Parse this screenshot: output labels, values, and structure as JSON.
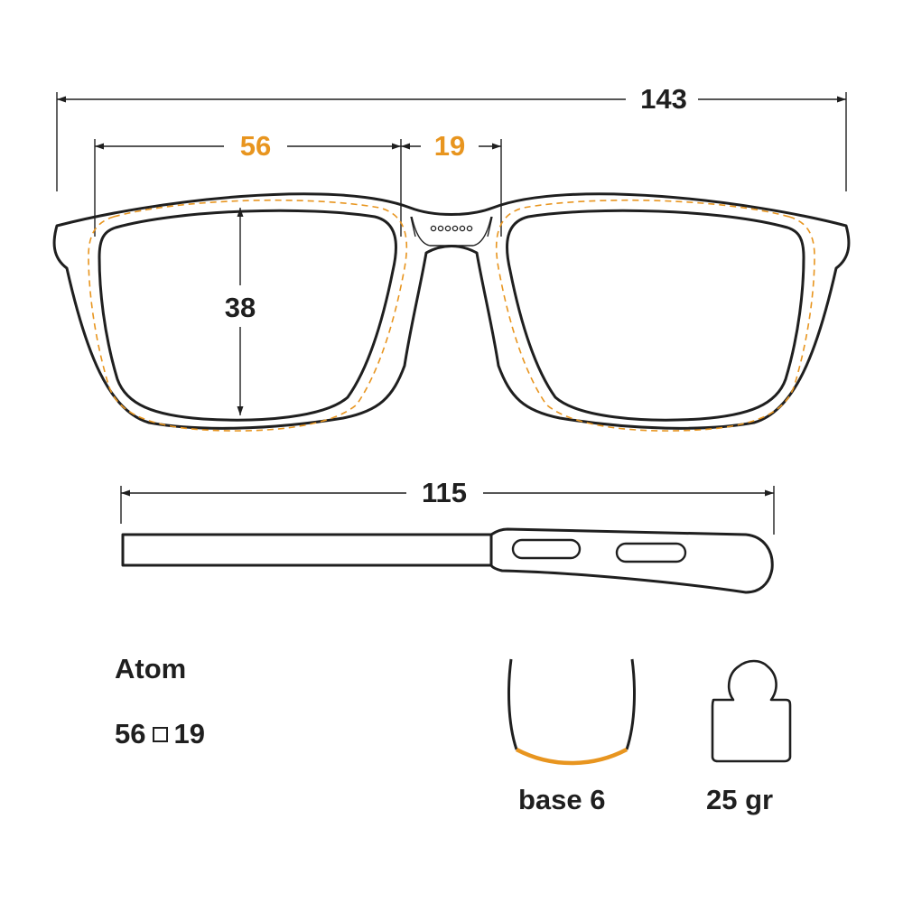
{
  "product": {
    "name": "Atom",
    "lens_width": "56",
    "bridge_width": "19"
  },
  "dimensions": {
    "total_width": "143",
    "lens_width": "56",
    "bridge_width": "19",
    "lens_height": "38",
    "temple_length": "115"
  },
  "specs": {
    "base_curve": "base 6",
    "weight": "25 gr"
  },
  "colors": {
    "line": "#1f1f1f",
    "accent": "#e8951f"
  }
}
